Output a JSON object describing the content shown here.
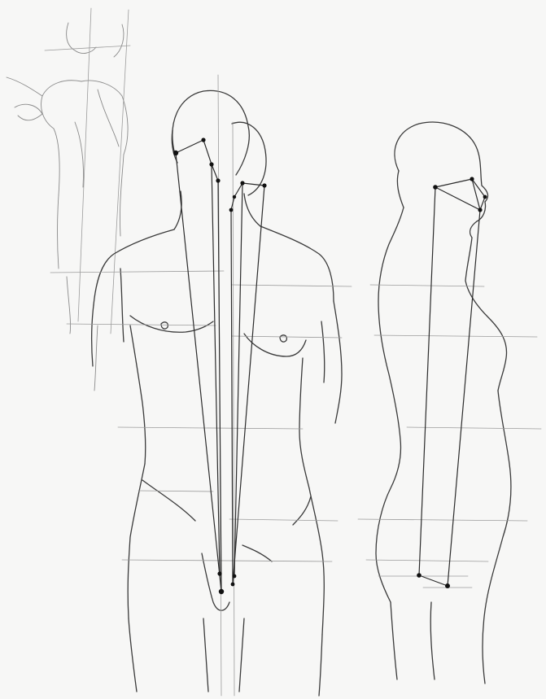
{
  "image": {
    "kind": "pencil anatomy sketch",
    "paper_color": "#f7f7f6",
    "line_color": "#3a3a3a",
    "guide_color": "#9b9b9b",
    "point_color": "#111111"
  },
  "figures": [
    {
      "name": "back-figure-sketch"
    },
    {
      "name": "front-figure"
    },
    {
      "name": "side-figure"
    }
  ]
}
